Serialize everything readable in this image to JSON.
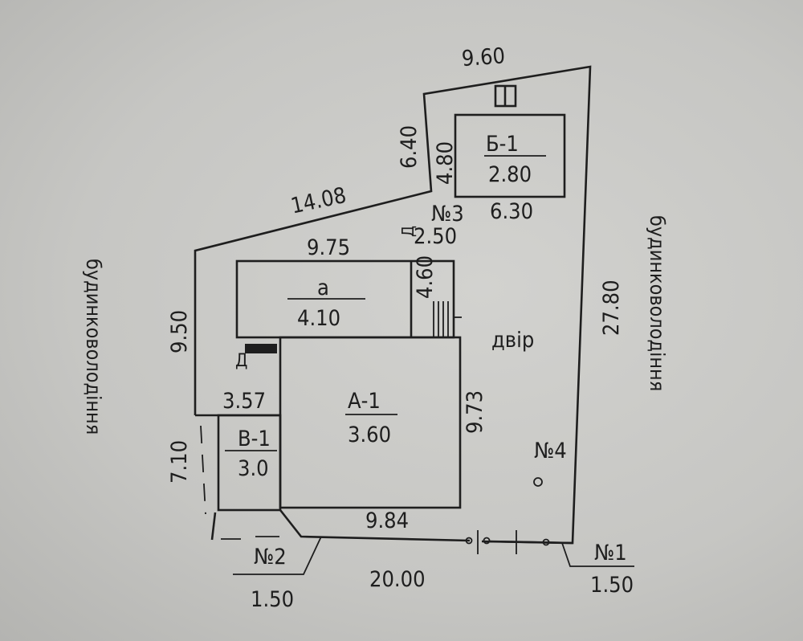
{
  "neighbor_label": "будинковолодіння",
  "yard_label": "двір",
  "buildings": {
    "a": {
      "name": "а",
      "height": "4.10"
    },
    "A1": {
      "name": "А-1",
      "height": "3.60"
    },
    "B1": {
      "name": "Б-1",
      "height": "2.80"
    },
    "V1": {
      "name": "В-1",
      "height": "3.0"
    }
  },
  "dimensions": {
    "top_right": "9.60",
    "upper_left_diag": "14.08",
    "left_upper": "6.40",
    "b1_side": "4.80",
    "b1_bottom": "6.30",
    "a_top": "9.75",
    "porch_top": "2.50",
    "porch_side": "4.60",
    "left_mid": "9.50",
    "v1_top": "3.57",
    "left_lower": "7.10",
    "a1_side": "9.73",
    "a1_bottom": "9.84",
    "right_side": "27.80",
    "front": "20.00"
  },
  "markers": {
    "n1": "№1",
    "n1_value": "1.50",
    "n2": "№2",
    "n2_value": "1.50",
    "n3": "№3",
    "n4": "№4"
  },
  "symbols": {
    "entrance_left": "Д",
    "entrance_top": "Д"
  }
}
